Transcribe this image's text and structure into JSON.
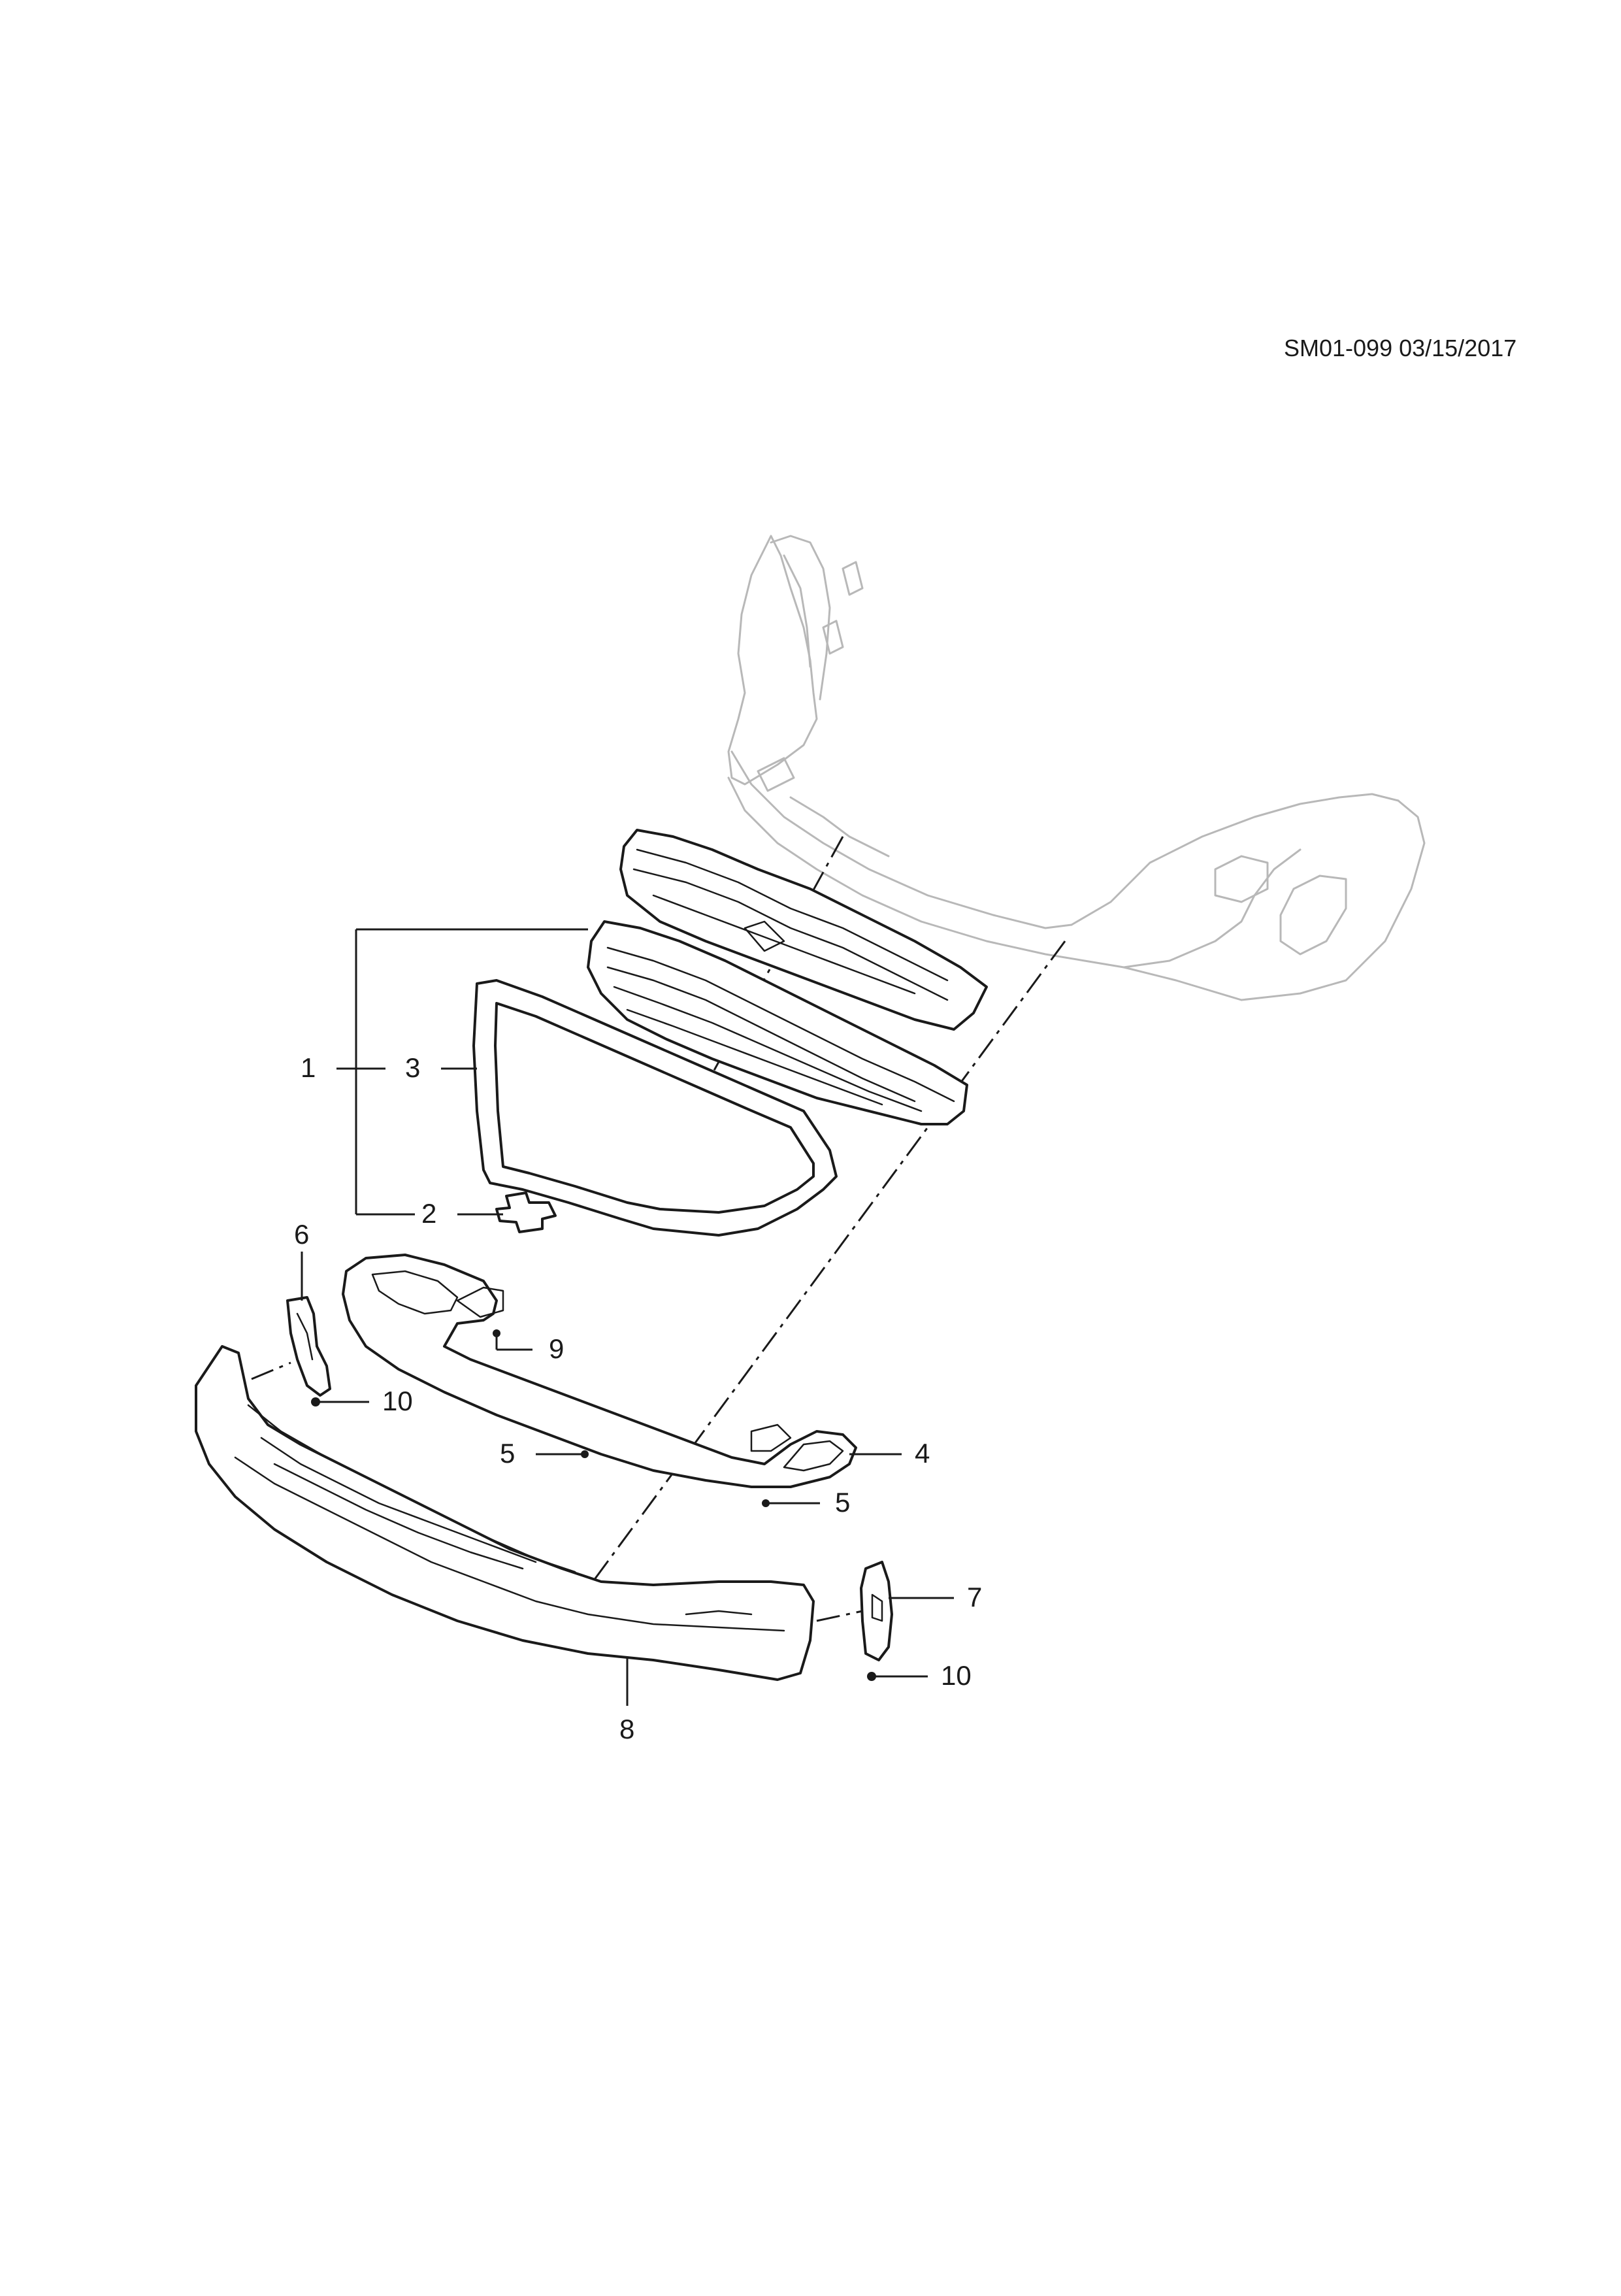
{
  "document": {
    "id_and_date": "SM01-099 03/15/2017"
  },
  "callouts": [
    {
      "ref": "1",
      "label": "1"
    },
    {
      "ref": "2",
      "label": "2"
    },
    {
      "ref": "3",
      "label": "3"
    },
    {
      "ref": "4",
      "label": "4"
    },
    {
      "ref": "5a",
      "label": "5"
    },
    {
      "ref": "5b",
      "label": "5"
    },
    {
      "ref": "6",
      "label": "6"
    },
    {
      "ref": "7",
      "label": "7"
    },
    {
      "ref": "8",
      "label": "8"
    },
    {
      "ref": "9",
      "label": "9"
    },
    {
      "ref": "10a",
      "label": "10"
    },
    {
      "ref": "10b",
      "label": "10"
    }
  ],
  "colors": {
    "line": "#1a1a1a",
    "ghost_line": "#b8b8b8",
    "background": "#ffffff"
  }
}
